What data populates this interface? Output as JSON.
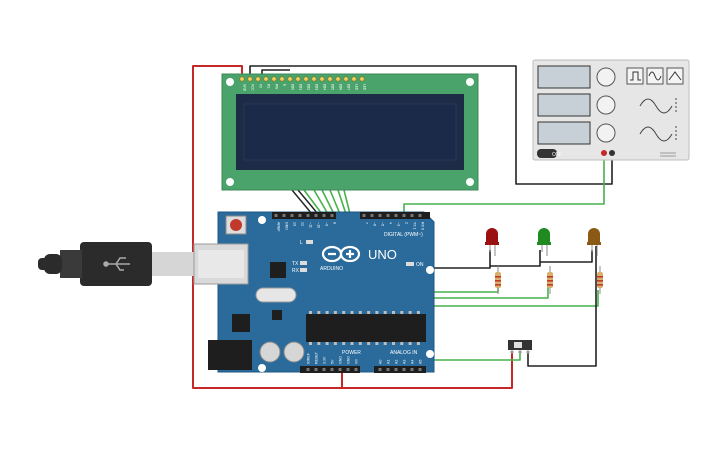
{
  "canvas": {
    "background": "#ffffff"
  },
  "components": {
    "lcd": {
      "pin_labels": [
        "GND",
        "VCC",
        "V0",
        "RS",
        "RW",
        "E",
        "DB0",
        "DB1",
        "DB2",
        "DB3",
        "DB4",
        "DB5",
        "DB6",
        "DB7",
        "LED",
        "LED"
      ]
    },
    "arduino": {
      "board_name": "UNO",
      "brand": "ARDUINO",
      "digital_label": "DIGITAL (PWM~)",
      "power_label": "POWER",
      "analog_label": "ANALOG IN",
      "on_label": "ON",
      "tx_label": "TX",
      "rx_label": "RX",
      "l_label": "L",
      "digital_pins": [
        "AREF",
        "GND",
        "13",
        "12",
        "~11",
        "~10",
        "~9",
        "8",
        "7",
        "~6",
        "~5",
        "4",
        "~3",
        "2",
        "TX 1",
        "RX 0"
      ],
      "power_pins": [
        "IOREF",
        "RESET",
        "3.3V",
        "5V",
        "GND",
        "GND",
        "Vin"
      ],
      "analog_pins": [
        "A0",
        "A1",
        "A2",
        "A3",
        "A4",
        "A5"
      ]
    },
    "oscilloscope": {
      "off_label": "OFF"
    },
    "leds": [
      {
        "color": "#9b1111"
      },
      {
        "color": "#1f8a1f"
      },
      {
        "color": "#8a5a14"
      }
    ]
  },
  "colors": {
    "board": "#2a6b9c",
    "lcd_pcb": "#4aa36a",
    "lcd_screen": "#1c2a4a",
    "wire_red": "#c62828",
    "wire_green": "#46b24a",
    "wire_black": "#222222",
    "usb": "#2b2b2b"
  }
}
